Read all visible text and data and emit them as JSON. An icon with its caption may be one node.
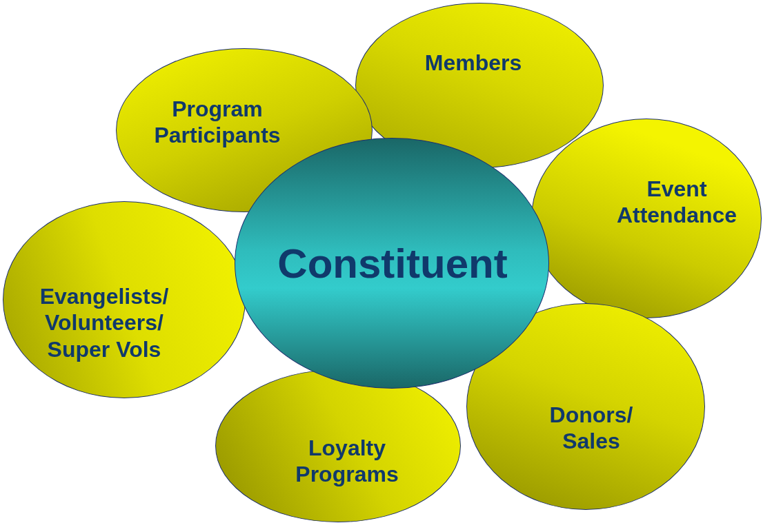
{
  "diagram": {
    "nodes": [
      {
        "text": [
          "Constituent"
        ]
      },
      {
        "text": [
          "Members"
        ]
      },
      {
        "text": [
          "Program Participants"
        ]
      },
      {
        "text": [
          "Event Attendance"
        ]
      },
      {
        "text": [
          "Evangelists/ Volunteers/ Super Vols"
        ]
      },
      {
        "text": [
          "Donors/ Sales"
        ]
      },
      {
        "text": [
          "Loyalty Programs"
        ]
      }
    ],
    "edges": []
  }
}
